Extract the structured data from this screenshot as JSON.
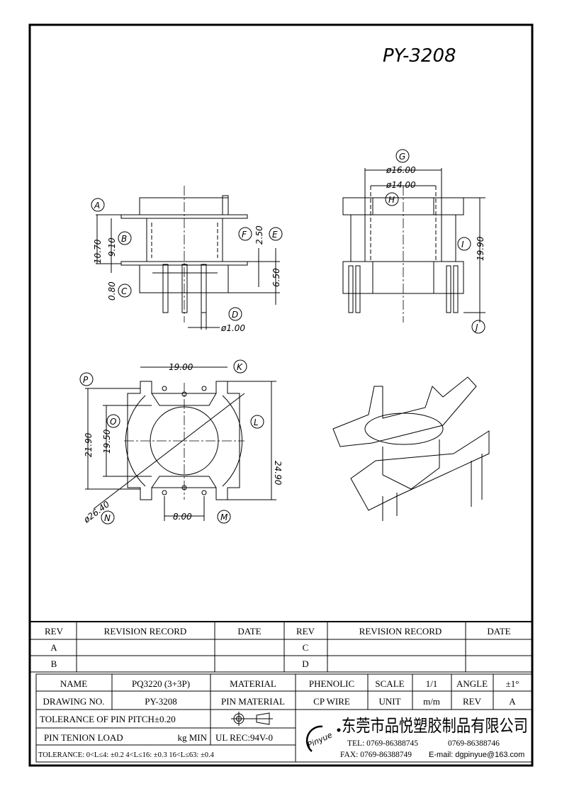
{
  "title": "PY-3208",
  "dims": {
    "A": "A",
    "B": "B",
    "C": "C",
    "D": "D",
    "E": "E",
    "F": "F",
    "G": "G",
    "H": "H",
    "I": "I",
    "J": "J",
    "K": "K",
    "L": "L",
    "M": "M",
    "N": "N",
    "O": "O",
    "P": "P",
    "d1070": "10.70",
    "d910": "9.10",
    "d080": "0.80",
    "d250": "2.50",
    "d650": "6.50",
    "d100": "ø1.00",
    "d1600": "ø16.00",
    "d1400": "ø14.00",
    "d1990": "19.90",
    "d1900": "19.00",
    "d2190": "21.90",
    "d1950": "19.50",
    "d2490": "24.90",
    "d2640": "ø26.40",
    "d800": "8.00"
  },
  "revision": {
    "headers": [
      "REV",
      "REVISION RECORD",
      "DATE",
      "REV",
      "REVISION RECORD",
      "DATE"
    ],
    "rows": [
      [
        "A",
        "",
        "",
        "C",
        "",
        ""
      ],
      [
        "B",
        "",
        "",
        "D",
        "",
        ""
      ]
    ]
  },
  "titleblock": {
    "name_label": "NAME",
    "name": "PQ3220 (3+3P)",
    "material_label": "MATERIAL",
    "material": "PHENOLIC",
    "scale_label": "SCALE",
    "scale": "1/1",
    "angle_label": "ANGLE",
    "angle": "±1°",
    "drawing_no_label": "DRAWING NO.",
    "drawing_no": "PY-3208",
    "pin_material_label": "PIN MATERIAL",
    "pin_material": "CP WIRE",
    "unit_label": "UNIT",
    "unit": "m/m",
    "rev_label": "REV",
    "rev": "A",
    "pin_pitch": "TOLERANCE OF PIN PITCH±0.20",
    "pin_load": "PIN TENION LOAD",
    "pin_load_unit": "kg MIN",
    "ul": "UL REC:94V-0",
    "tolerance": "TOLERANCE: 0<L≤4: ±0.2   4<L≤16: ±0.3   16<L≤63: ±0.4",
    "logo": "Pinyue",
    "company": "东莞市品悦塑胶制品有限公司",
    "tel": "TEL: 0769-86388745",
    "tel2": "0769-86388746",
    "fax": "FAX: 0769-86388749",
    "email": "E-mail: dgpinyue@163.com"
  }
}
